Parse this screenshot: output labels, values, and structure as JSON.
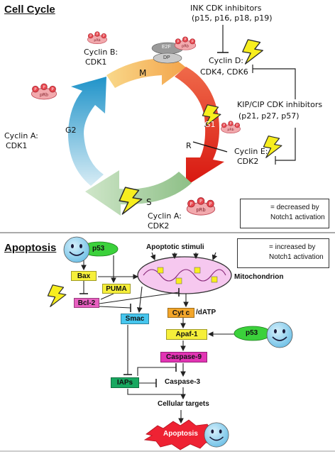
{
  "colors": {
    "cyclin_yellow": "#f6ef3a",
    "bcl2_pink": "#e85fc0",
    "smac_cyan": "#46c6ee",
    "apaf_orange": "#f3a62a",
    "caspase9_magenta": "#e234b4",
    "iaps_green": "#18a860",
    "p53_green": "#3bd13b",
    "mito_fill": "#f6c8ef",
    "apoptosis_red": "#ee2233",
    "smiley_blue": "#8fd2ef"
  },
  "icons": [
    "lightning-bolt-icon",
    "smiley-face-icon",
    "prb-protein-icon",
    "phosphate-icon",
    "mitochondrion-icon"
  ],
  "cell_cycle": {
    "title": "Cell Cycle",
    "phases": {
      "m": "M",
      "g1": "G1",
      "s": "S",
      "g2": "G2",
      "r": "R"
    },
    "ink": {
      "line1": "INK CDK inhibitors",
      "line2": "(p15, p16, p18, p19)"
    },
    "kip": {
      "line1": "KIP/CIP CDK inhibitors",
      "line2": "(p21, p27, p57)"
    },
    "cyclin_d": {
      "line1": "Cyclin D:",
      "line2": "CDK4, CDK6"
    },
    "cyclin_e": {
      "line1": "Cyclin E:",
      "line2": "CDK2"
    },
    "cyclin_b": {
      "line1": "Cyclin B:",
      "line2": "CDK1"
    },
    "cyclin_a_left": {
      "line1": "Cyclin A:",
      "line2": "CDK1"
    },
    "cyclin_a_bottom": {
      "line1": "Cyclin A:",
      "line2": "CDK2"
    },
    "prb": "pRb",
    "phospho": "P",
    "e2f": "E2F",
    "dp": "DP",
    "legend_decreased": {
      "line1": "= decreased by",
      "line2": "Notch1 activation"
    }
  },
  "apoptosis": {
    "title": "Apoptosis",
    "p53": "p53",
    "bax": "Bax",
    "puma": "PUMA",
    "bcl2": "Bcl-2",
    "stimuli": "Apoptotic stimuli",
    "mitochondrion": "Mitochondrion",
    "smac": "Smac",
    "cytc": "Cyt c",
    "datp": "/dATP",
    "apaf1": "Apaf-1",
    "caspase9": "Caspase-9",
    "iaps": "IAPs",
    "caspase3": "Caspase-3",
    "cellular_targets": "Cellular targets",
    "apoptosis_label": "Apoptosis",
    "legend_increased": {
      "line1": "= increased by",
      "line2": "Notch1 activation"
    }
  }
}
